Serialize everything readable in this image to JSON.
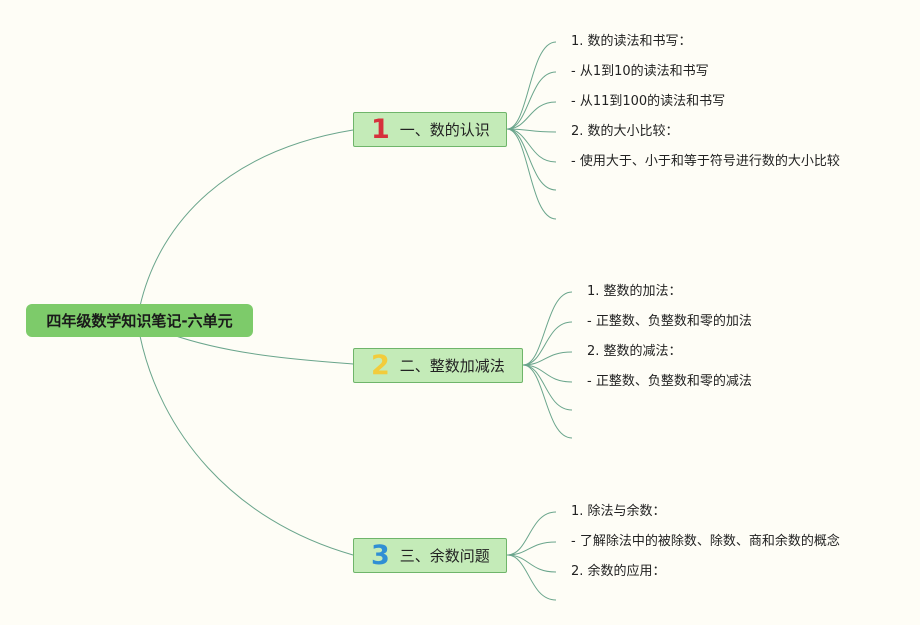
{
  "root": {
    "label": "四年级数学知识笔记-六单元"
  },
  "colors": {
    "line": "#6aa58c",
    "num1": "#d6313c",
    "num2": "#f2cc3c",
    "num3": "#2f8fd4"
  },
  "branches": [
    {
      "number": "1",
      "label": "一、数的认识",
      "leaves": [
        "1. 数的读法和书写：",
        "- 从1到10的读法和书写",
        "- 从11到100的读法和书写",
        "2. 数的大小比较：",
        "- 使用大于、小于和等于符号进行数的大小比较",
        "",
        ""
      ]
    },
    {
      "number": "2",
      "label": "二、整数加减法",
      "leaves": [
        "1. 整数的加法：",
        "- 正整数、负整数和零的加法",
        "2. 整数的减法：",
        "- 正整数、负整数和零的减法",
        "",
        ""
      ]
    },
    {
      "number": "3",
      "label": "三、余数问题",
      "leaves": [
        "1. 除法与余数：",
        "- 了解除法中的被除数、除数、商和余数的概念",
        "2. 余数的应用：",
        ""
      ]
    }
  ]
}
